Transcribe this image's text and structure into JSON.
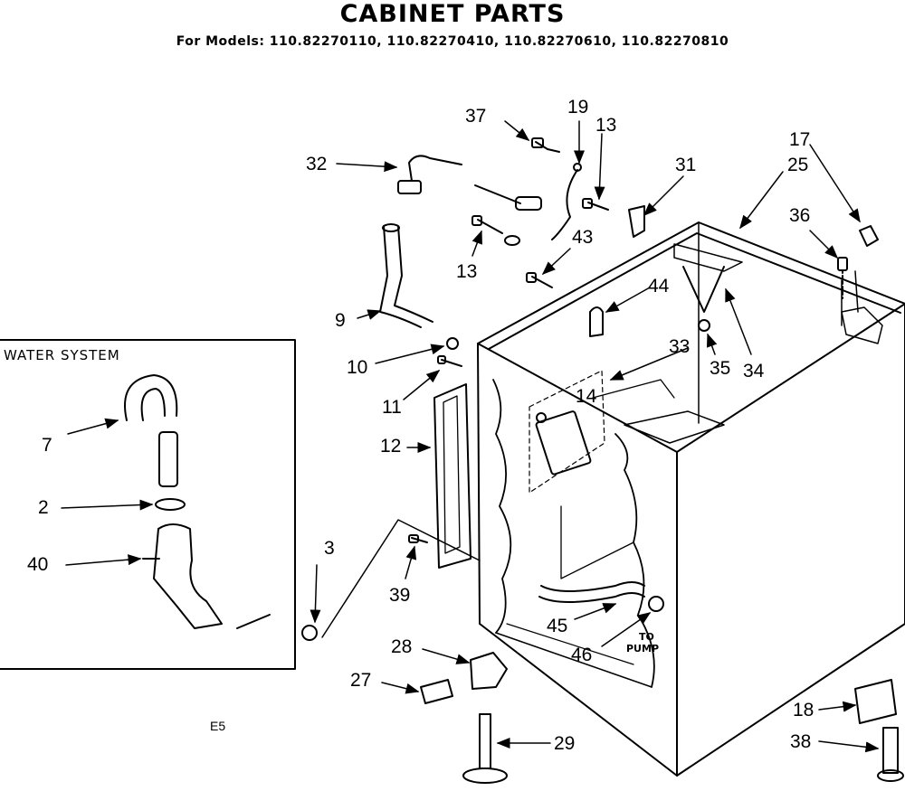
{
  "header": {
    "title": "CABINET PARTS",
    "models": "For Models: 110.82270110, 110.82270410, 110.82270610, 110.82270810"
  },
  "inset": {
    "title": "WATER SYSTEM"
  },
  "callouts": {
    "p37": "37",
    "p19": "19",
    "p13a": "13",
    "p17": "17",
    "p25": "25",
    "p31": "31",
    "p32": "32",
    "p36": "36",
    "p43": "43",
    "p13b": "13",
    "p44": "44",
    "p9": "9",
    "p33": "33",
    "p35": "35",
    "p34": "34",
    "p10": "10",
    "p14": "14",
    "p11": "11",
    "p12": "12",
    "p7": "7",
    "p2": "2",
    "p40": "40",
    "p3": "3",
    "p39": "39",
    "p45": "45",
    "p46": "46",
    "p28": "28",
    "p27": "27",
    "p18": "18",
    "p29": "29",
    "p38": "38"
  },
  "notes": {
    "to_pump": "TO\nPUMP",
    "pump_to": "TO",
    "pump_word": "PUMP",
    "code": "E5"
  }
}
